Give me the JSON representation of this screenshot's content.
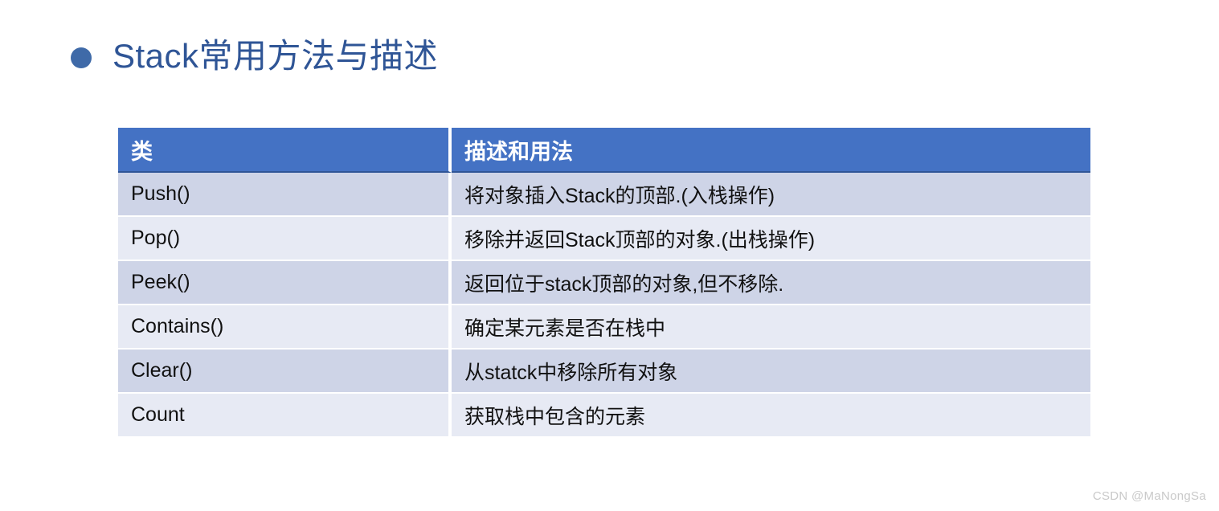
{
  "slide": {
    "title": "Stack常用方法与描述",
    "bullet_color": "#3f6aa8",
    "title_color": "#2f5596",
    "background_color": "#ffffff"
  },
  "table": {
    "header_bg": "#4472c4",
    "header_text_color": "#ffffff",
    "row_odd_bg": "#ced4e7",
    "row_even_bg": "#e7eaf4",
    "columns": [
      "类",
      "描述和用法"
    ],
    "rows": [
      {
        "name": "Push()",
        "description": "将对象插入Stack的顶部.(入栈操作)"
      },
      {
        "name": "Pop()",
        "description": "移除并返回Stack顶部的对象.(出栈操作)"
      },
      {
        "name": "Peek()",
        "description": "返回位于stack顶部的对象,但不移除."
      },
      {
        "name": "Contains()",
        "description": "确定某元素是否在栈中"
      },
      {
        "name": "Clear()",
        "description": "从statck中移除所有对象"
      },
      {
        "name": "Count",
        "description": "获取栈中包含的元素"
      }
    ]
  },
  "watermark": {
    "text": "CSDN @MaNongSa"
  }
}
